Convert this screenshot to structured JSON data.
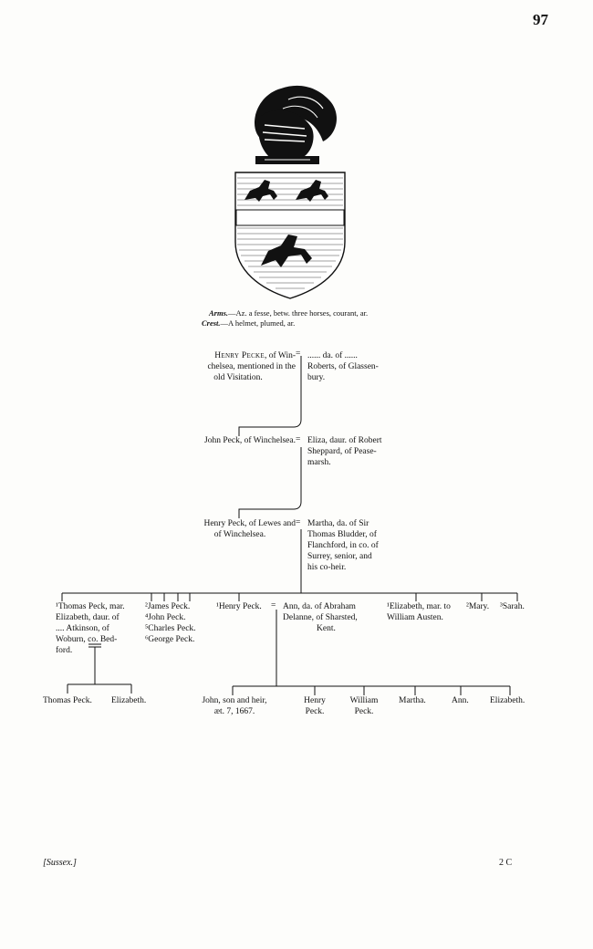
{
  "page": {
    "number": "97",
    "footer_left": "[Sussex.]",
    "footer_right": "2 C"
  },
  "heraldry": {
    "arms_label": "Arms.",
    "arms_text": "—Az. a fesse, betw. three horses, courant, ar.",
    "crest_label": "Crest.",
    "crest_text": "—A helmet, plumed, ar.",
    "shield_field_color": "#ffffff",
    "ink_color": "#111111"
  },
  "gen1": {
    "husband_name": "Henry Pecke",
    "husband_rest_1": ", of Win-",
    "husband_lines": [
      "chelsea, mentioned in the",
      "old Visitation."
    ],
    "marriage_mark": "=",
    "wife_lines": [
      "...... da. of ......",
      "Roberts, of Glassen-",
      "bury."
    ]
  },
  "gen2": {
    "husband_lines": [
      "John Peck, of Winchelsea."
    ],
    "marriage_mark": "=",
    "wife_lines": [
      "Eliza, daur. of Robert",
      "Sheppard, of Pease-",
      "marsh."
    ]
  },
  "gen3": {
    "husband_lines": [
      "Henry Peck, of Lewes and",
      "of Winchelsea."
    ],
    "marriage_mark": "=",
    "wife_lines": [
      "Martha, da. of Sir",
      "Thomas Bludder, of",
      "Flanchford, in co. of",
      "Surrey, senior, and",
      "his co-heir."
    ]
  },
  "gen4": {
    "thomas_lines": [
      "¹Thomas Peck, mar.",
      "Elizabeth, daur. of",
      ".... Atkinson, of",
      "Woburn, co. Bed-",
      "ford."
    ],
    "brothers_lines": [
      "²James Peck.",
      "⁴John Peck.",
      "⁵Charles Peck.",
      "⁶George Peck."
    ],
    "henry": "¹Henry Peck.",
    "henry_marriage": "=",
    "ann_lines": [
      "Ann, da. of Abraham",
      "Delanne, of Sharsted,",
      "Kent."
    ],
    "elizabeth_lines": [
      "¹Elizabeth, mar. to",
      "William Austen."
    ],
    "mary": "²Mary.",
    "sarah": "³Sarah."
  },
  "gen5": {
    "thomas_children": [
      "Thomas Peck.",
      "Elizabeth."
    ],
    "henry_children": [
      [
        "John, son and heir,",
        "æt. 7, 1667."
      ],
      [
        "Henry",
        "Peck."
      ],
      [
        "William",
        "Peck."
      ],
      [
        "Martha."
      ],
      [
        "Ann."
      ],
      [
        "Elizabeth."
      ]
    ]
  }
}
